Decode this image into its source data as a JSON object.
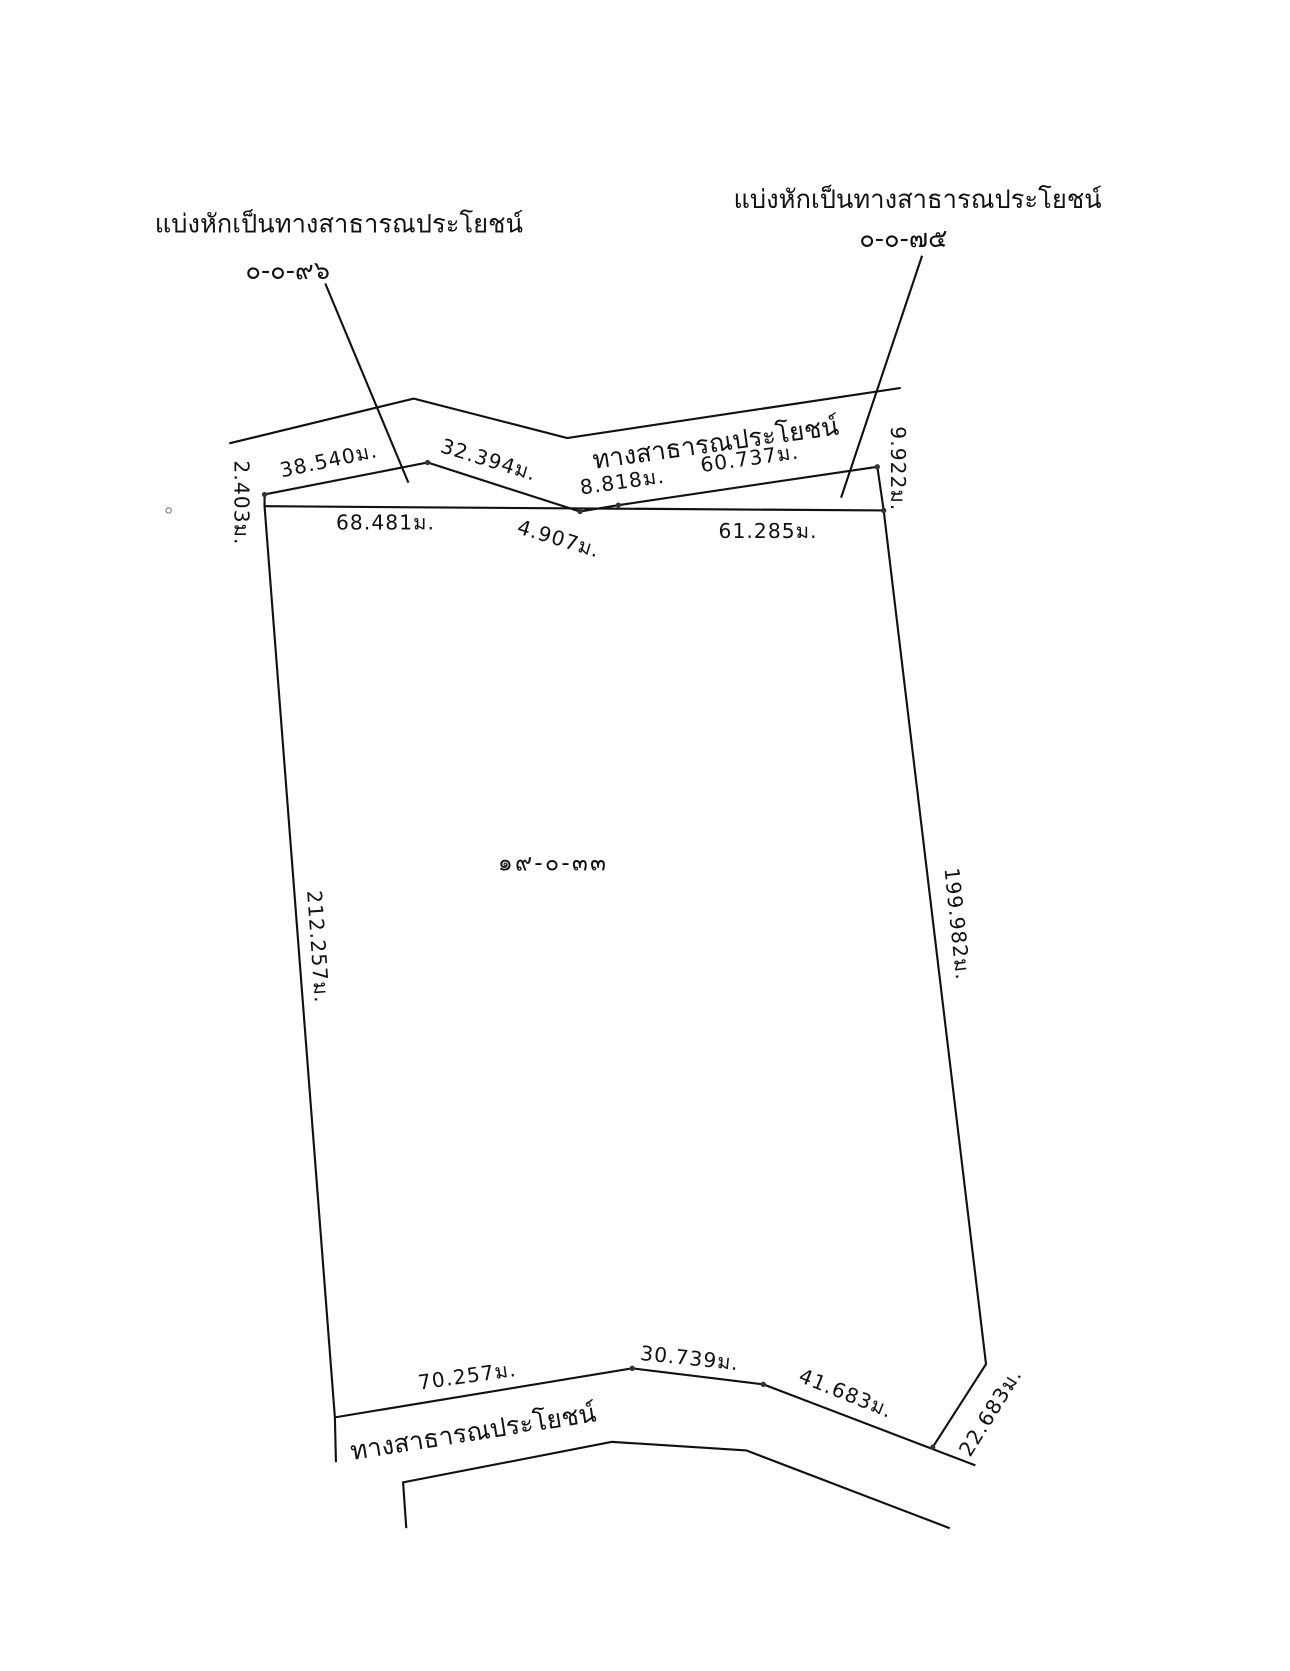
{
  "annotations": {
    "left_deduction": {
      "title": "แบ่งหักเป็นทางสาธารณประโยชน์",
      "area": "๐-๐-๙๖"
    },
    "right_deduction": {
      "title": "แบ่งหักเป็นทางสาธารณประโยชน์",
      "area": "๐-๐-๗๕"
    },
    "main_parcel_area": "๑๙-๐-๓๓",
    "top_road_label": "ทางสาธารณประโยชน์",
    "bottom_road_label": "ทางสาธารณประโยชน์"
  },
  "dimensions": {
    "top_left_edge": "2.403ม.",
    "top_strip_1": "38.540ม.",
    "top_strip_2": "32.394ม.",
    "top_strip_3": "8.818ม.",
    "top_strip_4": "60.737ม.",
    "top_right_edge": "9.922ม.",
    "inner_top_left": "68.481ม.",
    "inner_top_mid": "4.907ม.",
    "inner_top_right": "61.285ม.",
    "left_side": "212.257ม.",
    "right_side": "199.982ม.",
    "bottom_1": "70.257ม.",
    "bottom_2": "30.739ม.",
    "bottom_3": "41.683ม.",
    "bottom_right_corner": "22.683ม."
  },
  "colors": {
    "line": "#111111",
    "background": "#ffffff"
  }
}
